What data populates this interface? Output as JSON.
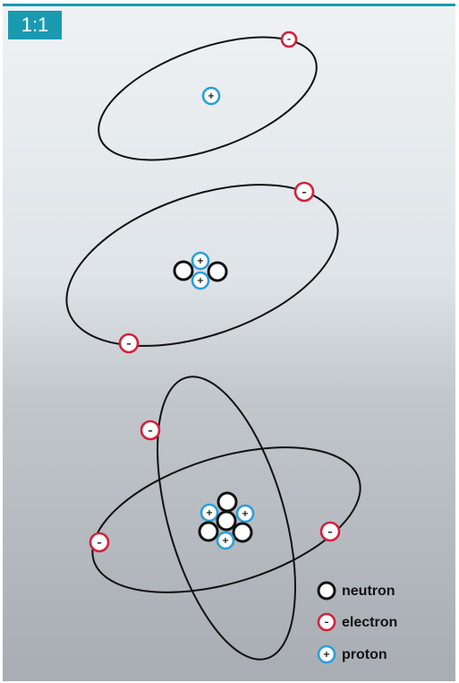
{
  "badge": {
    "label": "1:1"
  },
  "legend": {
    "items": [
      {
        "kind": "neutron",
        "label": "neutron"
      },
      {
        "kind": "electron",
        "label": "electron"
      },
      {
        "kind": "proton",
        "label": "proton"
      }
    ]
  },
  "symbols": {
    "electron": "–",
    "proton": "+"
  },
  "colors": {
    "accent_bar": "#1a9ab0",
    "electron_ring": "#d4203c",
    "proton_ring": "#2a9fd6",
    "neutron_ring": "#111111",
    "orbit": "#111111"
  }
}
